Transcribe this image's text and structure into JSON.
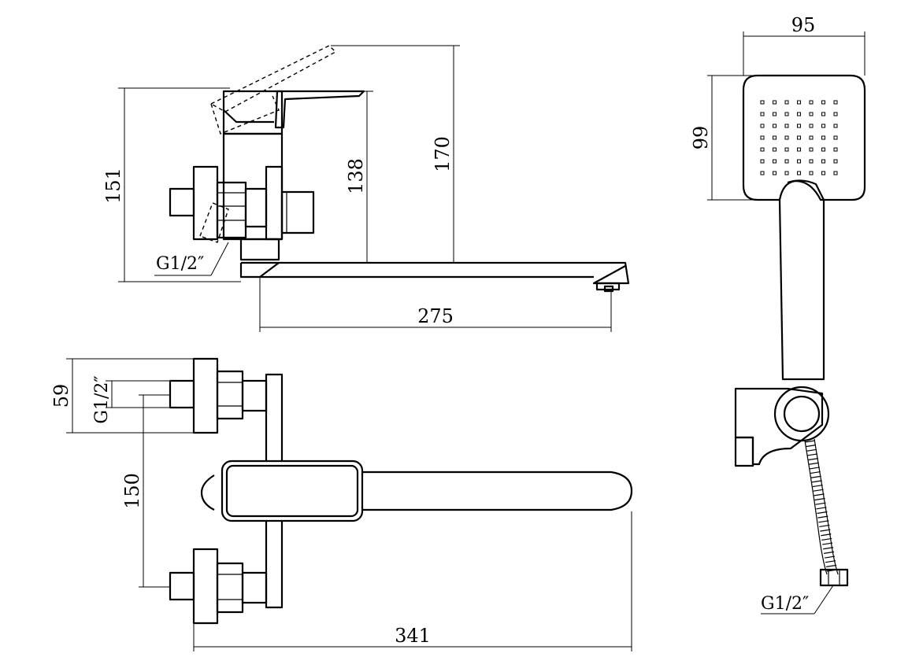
{
  "dimensions": {
    "side_height_total": "151",
    "side_height_spout": "138",
    "side_height_lever": "170",
    "side_spout_reach": "275",
    "thread_side": "G1/2″",
    "top_depth": "59",
    "thread_top": "G1/2″",
    "top_centers": "150",
    "top_overall_length": "341",
    "shower_width": "95",
    "shower_height": "99",
    "thread_hose": "G1/2″"
  },
  "colors": {
    "line": "#000000",
    "background": "#ffffff"
  }
}
